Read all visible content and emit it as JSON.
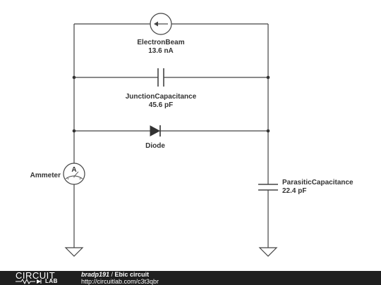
{
  "components": {
    "electron_beam": {
      "name": "ElectronBeam",
      "value": "13.6 nA"
    },
    "junction_capacitance": {
      "name": "JunctionCapacitance",
      "value": "45.6 pF"
    },
    "diode": {
      "name": "Diode"
    },
    "ammeter": {
      "name": "Ammeter",
      "symbol": "A"
    },
    "parasitic_capacitance": {
      "name": "ParasiticCapacitance",
      "value": "22.4 pF"
    }
  },
  "footer": {
    "logo_top": "CIRCUIT",
    "logo_bottom": "LAB",
    "user": "bradp191",
    "separator": " / ",
    "title": "Ebic circuit",
    "url": "http://circuitlab.com/c3t3qbr"
  }
}
